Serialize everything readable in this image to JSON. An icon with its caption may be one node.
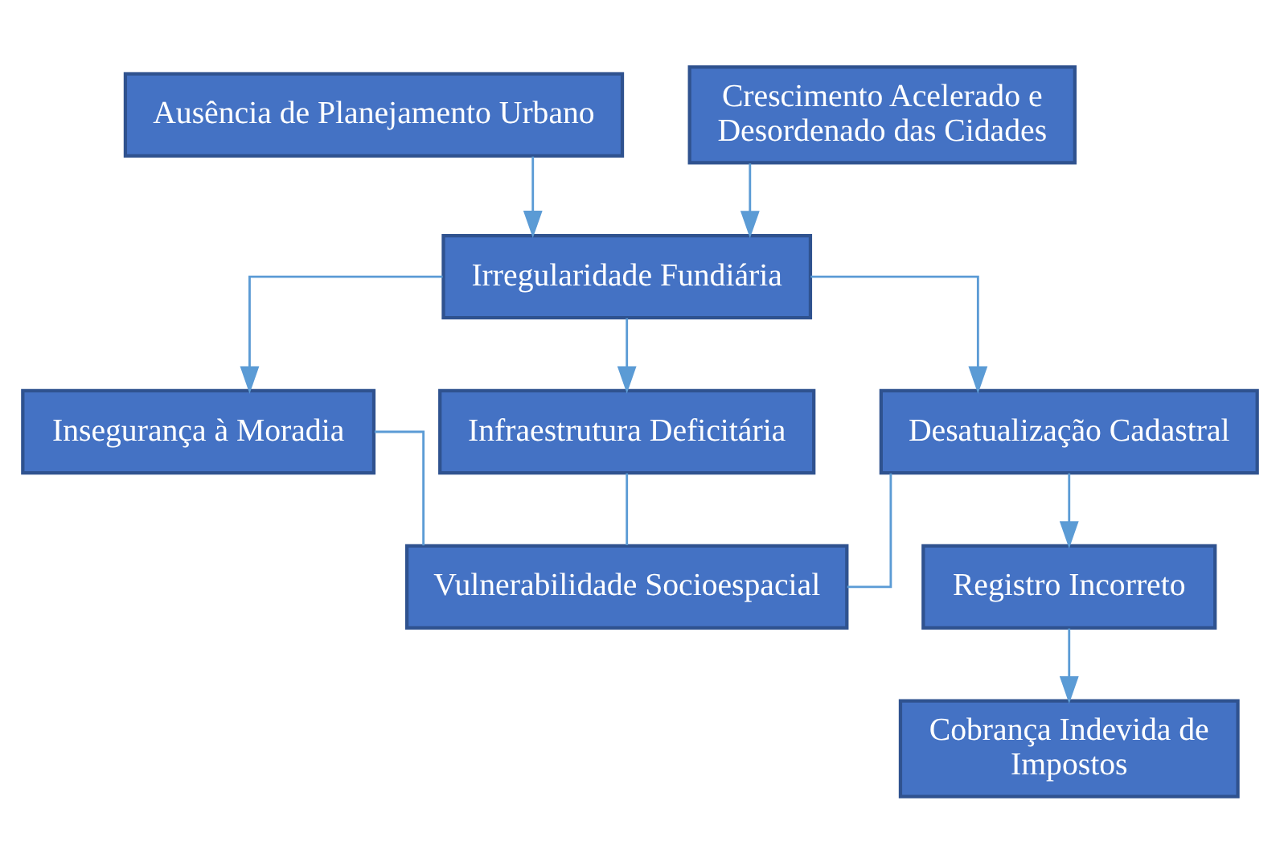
{
  "diagram": {
    "nodes": [
      {
        "text": [
          "Ausência de Planejamento Urbano"
        ]
      },
      {
        "text": [
          "Crescimento Acelerado e Desordenado das Cidades"
        ]
      },
      {
        "text": [
          "Irregularidade Fundiária"
        ]
      },
      {
        "text": [
          "Insegurança à Moradia"
        ]
      },
      {
        "text": [
          "Desatualização Cadastral"
        ]
      },
      {
        "text": [
          "Infraestrutura Deficitária"
        ]
      },
      {
        "text": [
          "Registro Incorreto"
        ]
      },
      {
        "text": [
          "Cobrança Indevida de Impostos"
        ]
      },
      {
        "text": [
          "Vulnerabilidade Socioespacial"
        ]
      }
    ],
    "edges": [
      {
        "from": 0,
        "to": 2,
        "arrow": "to"
      },
      {
        "from": 1,
        "to": 2,
        "arrow": "to"
      },
      {
        "from": 2,
        "to": 3,
        "arrow": "to"
      },
      {
        "from": 2,
        "to": 4,
        "arrow": "to"
      },
      {
        "from": 2,
        "to": 5,
        "arrow": "to"
      },
      {
        "from": 4,
        "to": 6,
        "arrow": "to"
      },
      {
        "from": 6,
        "to": 7,
        "arrow": "to"
      },
      {
        "from": 3,
        "to": 8,
        "arrow": "none"
      },
      {
        "from": 4,
        "to": 8,
        "arrow": "none"
      },
      {
        "from": 5,
        "to": 8,
        "arrow": "none"
      }
    ]
  }
}
